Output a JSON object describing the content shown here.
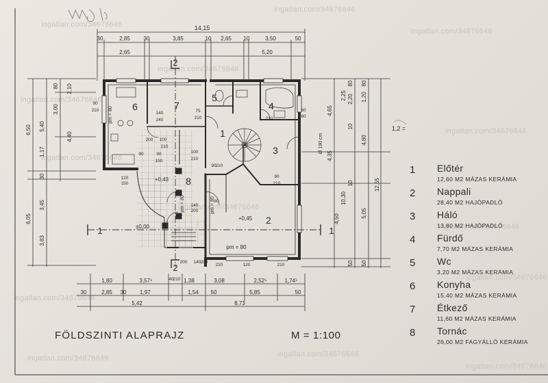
{
  "watermark": "ingatlan.com/34676646",
  "title": "FÖLDSZINTI  ALAPRAJZ",
  "scale": "M = 1:100",
  "dimensions": {
    "top_total": "14,15",
    "top_row1": [
      "30",
      "2,85",
      "30",
      "3,85",
      "10",
      "2,65",
      "10",
      "3,50",
      "50"
    ],
    "top_row2": [
      "2,65",
      "5,20"
    ],
    "bottom_row1": [
      "1,80",
      "3,57⁵",
      "1,38",
      "3,08",
      "2,52⁵",
      "1,74⁵"
    ],
    "bottom_row2": [
      "30",
      "2,85",
      "30",
      "1,97",
      "1,54",
      "50",
      "5,85",
      "50"
    ],
    "bottom_row3": [
      "5,42",
      "8,73"
    ],
    "left_outer": [
      "6,50",
      "6,05"
    ],
    "left_mid": [
      "5,40",
      "1,17",
      "30",
      "3,45",
      "3,83"
    ],
    "left_inner": [
      "80",
      "3,00",
      "4,40",
      "2,10"
    ],
    "right_outer": [
      "12,55"
    ],
    "right_mid": [
      "10,30",
      "4,65"
    ],
    "right_inner": [
      "2,25",
      "80",
      "2,20",
      "10",
      "1,20",
      "80",
      "4,80",
      "4,35",
      "10",
      "4,50",
      "5,05",
      "50",
      "50"
    ]
  },
  "openings": [
    "90",
    "210",
    "75",
    "210",
    "60",
    "60",
    "210",
    "140",
    "240",
    "90",
    "100",
    "210",
    "90",
    "150",
    "200",
    "100",
    "210",
    "90",
    "210",
    "90",
    "210",
    "140",
    "200",
    "120",
    "150",
    "80",
    "210",
    "120",
    "210",
    "200",
    "140",
    "200",
    "40",
    "210"
  ],
  "plan_labels": {
    "elevations": [
      "+0,43",
      "±0,00",
      "+0,45"
    ],
    "section_marks": [
      "1",
      "1",
      "2",
      "2"
    ],
    "stair_note": "Ø 190 cm",
    "pm_labels": [
      "pm = 80",
      "pm = 80",
      "pm = 80",
      "pm = 80"
    ],
    "pencil_note": "1,2 ="
  },
  "rooms": [
    {
      "num": "1",
      "name": "Előtér",
      "desc": "12,60 M2  MÁZAS KERÁMIA"
    },
    {
      "num": "2",
      "name": "Nappali",
      "desc": "28,40 M2  HAJÓPADLÓ"
    },
    {
      "num": "3",
      "name": "Háló",
      "desc": "13,80 M2  HAJÓPADLÓ"
    },
    {
      "num": "4",
      "name": "Fürdő",
      "desc": "7,70 M2  MÁZAS KERÁMIA"
    },
    {
      "num": "5",
      "name": "Wc",
      "desc": "3,20 M2  MÁZAS KERÁMIA"
    },
    {
      "num": "6",
      "name": "Konyha",
      "desc": "15,40 M2  MÁZAS KERÁMIA"
    },
    {
      "num": "7",
      "name": "Étkező",
      "desc": "11,60 M2  MÁZAS KERÁMIA"
    },
    {
      "num": "8",
      "name": "Tornác",
      "desc": "26,00 M2  FAGYÁLLÓ KERÁMIA"
    }
  ]
}
